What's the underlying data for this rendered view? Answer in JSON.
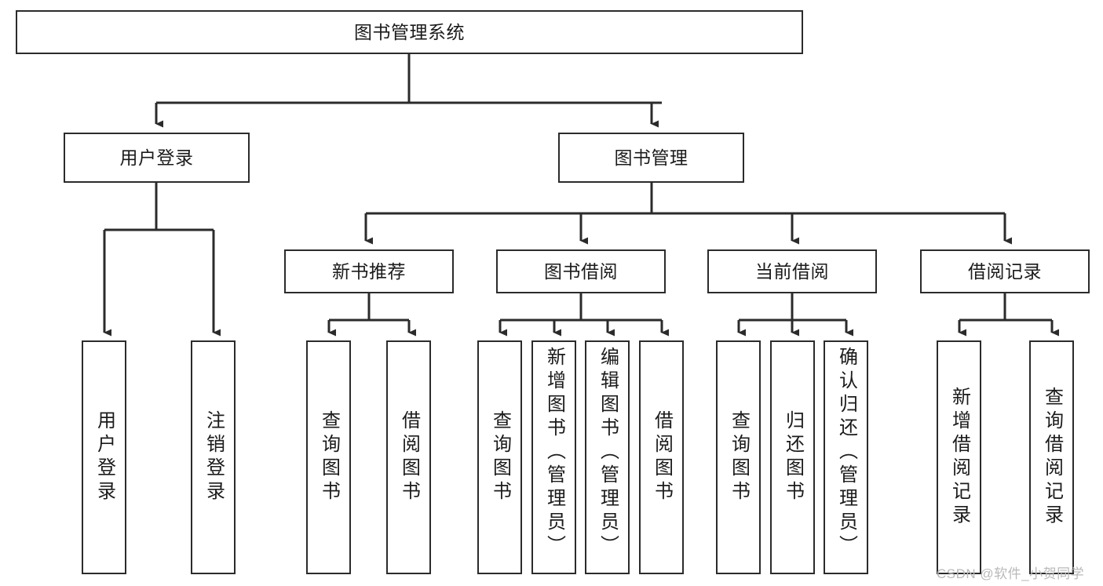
{
  "diagram": {
    "title": "图书管理系统",
    "type": "tree",
    "watermark": "CSDN @软件_小贺同学",
    "colors": {
      "box_border": "#2b2b2b",
      "box_fill": "#ffffff",
      "connector": "#2b2b2b",
      "text": "#1b1b1b",
      "watermark": "#b9b9b9",
      "background": "#ffffff"
    },
    "levels": {
      "level1": "系统",
      "level2": "模块",
      "level3": "子模块",
      "level4": "功能"
    },
    "nodes": {
      "root": {
        "label": "图书管理系统",
        "orientation": "horizontal"
      },
      "level2": [
        {
          "id": "user-login",
          "label": "用户登录",
          "orientation": "horizontal"
        },
        {
          "id": "book-manage",
          "label": "图书管理",
          "orientation": "horizontal"
        }
      ],
      "level3": [
        {
          "id": "new-book-recommend",
          "label": "新书推荐",
          "orientation": "horizontal",
          "parent": "book-manage"
        },
        {
          "id": "book-borrow",
          "label": "图书借阅",
          "orientation": "horizontal",
          "parent": "book-manage"
        },
        {
          "id": "current-borrow",
          "label": "当前借阅",
          "orientation": "horizontal",
          "parent": "book-manage"
        },
        {
          "id": "borrow-record",
          "label": "借阅记录",
          "orientation": "horizontal",
          "parent": "book-manage"
        }
      ],
      "leaves": [
        {
          "id": "leaf-user-login",
          "label": "用户登录",
          "parent": "user-login",
          "align": "center"
        },
        {
          "id": "leaf-logout-login",
          "label": "注销登录",
          "parent": "user-login",
          "align": "center"
        },
        {
          "id": "leaf-query-book-1",
          "label": "查询图书",
          "parent": "new-book-recommend",
          "align": "center"
        },
        {
          "id": "leaf-borrow-book-1",
          "label": "借阅图书",
          "parent": "new-book-recommend",
          "align": "center"
        },
        {
          "id": "leaf-query-book-2",
          "label": "查询图书",
          "parent": "book-borrow",
          "align": "center"
        },
        {
          "id": "leaf-add-book",
          "label": "新增图书（管理员）",
          "parent": "book-borrow",
          "align": "top"
        },
        {
          "id": "leaf-edit-book",
          "label": "编辑图书（管理员）",
          "parent": "book-borrow",
          "align": "top"
        },
        {
          "id": "leaf-borrow-book-2",
          "label": "借阅图书",
          "parent": "book-borrow",
          "align": "center"
        },
        {
          "id": "leaf-query-book-3",
          "label": "查询图书",
          "parent": "current-borrow",
          "align": "center"
        },
        {
          "id": "leaf-return-book",
          "label": "归还图书",
          "parent": "current-borrow",
          "align": "center"
        },
        {
          "id": "leaf-confirm-return",
          "label": "确认归还（管理员）",
          "parent": "current-borrow",
          "align": "top"
        },
        {
          "id": "leaf-add-record",
          "label": "新增借阅记录",
          "parent": "borrow-record",
          "align": "center"
        },
        {
          "id": "leaf-query-record",
          "label": "查询借阅记录",
          "parent": "borrow-record",
          "align": "center"
        }
      ]
    }
  }
}
